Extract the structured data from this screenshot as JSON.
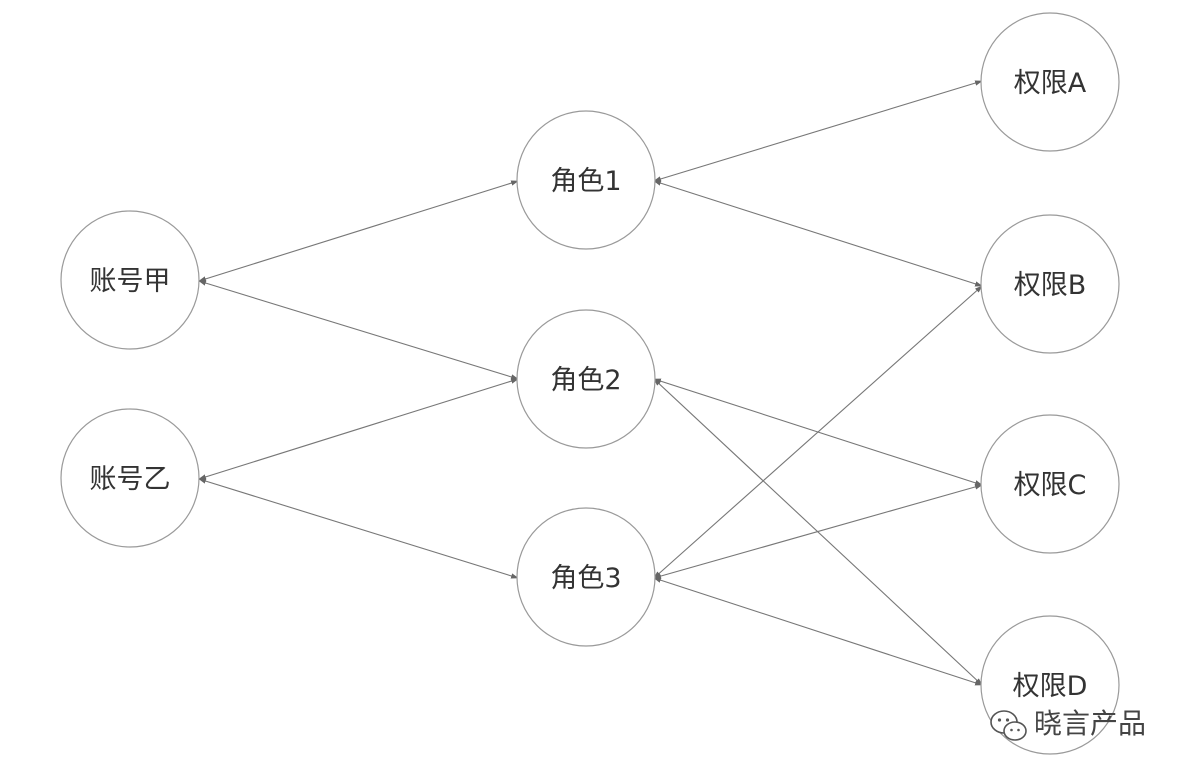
{
  "diagram": {
    "nodes": {
      "account_jia": "账号甲",
      "account_yi": "账号乙",
      "role_1": "角色1",
      "role_2": "角色2",
      "role_3": "角色3",
      "perm_a": "权限A",
      "perm_b": "权限B",
      "perm_c": "权限C",
      "perm_d": "权限D"
    },
    "edges": [
      {
        "from": "account_jia",
        "to": "role_1"
      },
      {
        "from": "account_jia",
        "to": "role_2"
      },
      {
        "from": "account_yi",
        "to": "role_2"
      },
      {
        "from": "account_yi",
        "to": "role_3"
      },
      {
        "from": "role_1",
        "to": "perm_a"
      },
      {
        "from": "role_1",
        "to": "perm_b"
      },
      {
        "from": "role_2",
        "to": "perm_c"
      },
      {
        "from": "role_2",
        "to": "perm_d"
      },
      {
        "from": "role_3",
        "to": "perm_b"
      },
      {
        "from": "role_3",
        "to": "perm_c"
      },
      {
        "from": "role_3",
        "to": "perm_d"
      }
    ]
  },
  "watermark": {
    "text": "晓言产品",
    "icon": "wechat-icon"
  },
  "colors": {
    "node_stroke": "#9a9a9a",
    "edge": "#777777",
    "text": "#333333"
  }
}
